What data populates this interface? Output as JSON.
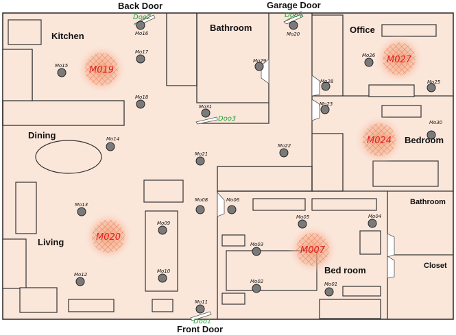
{
  "exterior_labels": {
    "back_door": "Back Door",
    "garage_door": "Garage Door",
    "front_door": "Front Door"
  },
  "rooms": [
    {
      "id": "kitchen",
      "label": "Kitchen"
    },
    {
      "id": "bathroom_top",
      "label": "Bathroom"
    },
    {
      "id": "office",
      "label": "Office"
    },
    {
      "id": "dining",
      "label": "Dining"
    },
    {
      "id": "bedroom_right",
      "label": "Bedroom"
    },
    {
      "id": "living",
      "label": "Living"
    },
    {
      "id": "bathroom_right",
      "label": "Bathroom"
    },
    {
      "id": "closet",
      "label": "Closet"
    },
    {
      "id": "bedroom_main",
      "label": "Bed room"
    }
  ],
  "motion_zones": [
    {
      "id": "M019",
      "label": "M019"
    },
    {
      "id": "M027",
      "label": "M027"
    },
    {
      "id": "M024",
      "label": "M024"
    },
    {
      "id": "M020",
      "label": "M020"
    },
    {
      "id": "M007",
      "label": "M007"
    }
  ],
  "sensors": [
    {
      "id": "M016",
      "label": "Mo16"
    },
    {
      "id": "M015",
      "label": "Mo15"
    },
    {
      "id": "M017",
      "label": "Mo17"
    },
    {
      "id": "M018",
      "label": "Mo18"
    },
    {
      "id": "M029",
      "label": "Mo29"
    },
    {
      "id": "M020b",
      "label": "Mo20"
    },
    {
      "id": "M026",
      "label": "Mo26"
    },
    {
      "id": "M028",
      "label": "Mo28"
    },
    {
      "id": "M025",
      "label": "Mo25"
    },
    {
      "id": "M031",
      "label": "Mo31"
    },
    {
      "id": "M023",
      "label": "Mo23"
    },
    {
      "id": "M030",
      "label": "Mo30"
    },
    {
      "id": "M014",
      "label": "Mo14"
    },
    {
      "id": "M022",
      "label": "Mo22"
    },
    {
      "id": "M021",
      "label": "Mo21"
    },
    {
      "id": "M013",
      "label": "Mo13"
    },
    {
      "id": "M008",
      "label": "Mo08"
    },
    {
      "id": "M006",
      "label": "Mo06"
    },
    {
      "id": "M005",
      "label": "Mo05"
    },
    {
      "id": "M004",
      "label": "Mo04"
    },
    {
      "id": "M009",
      "label": "Mo09"
    },
    {
      "id": "M003",
      "label": "Mo03"
    },
    {
      "id": "M010",
      "label": "Mo10"
    },
    {
      "id": "M012",
      "label": "Mo12"
    },
    {
      "id": "M002",
      "label": "Mo02"
    },
    {
      "id": "M001",
      "label": "Mo01"
    },
    {
      "id": "M011",
      "label": "Mo11"
    }
  ],
  "doors": [
    {
      "id": "D002",
      "label": "Doo2"
    },
    {
      "id": "D004",
      "label": "Doo4"
    },
    {
      "id": "D003",
      "label": "Doo3"
    },
    {
      "id": "D001",
      "label": "Doo1"
    }
  ],
  "colors": {
    "floor": "#fbe6da",
    "zone": "#f0a07a",
    "zone_label": "#e02020",
    "door_label": "#22a23a",
    "sensor": "#7a7a7a"
  }
}
